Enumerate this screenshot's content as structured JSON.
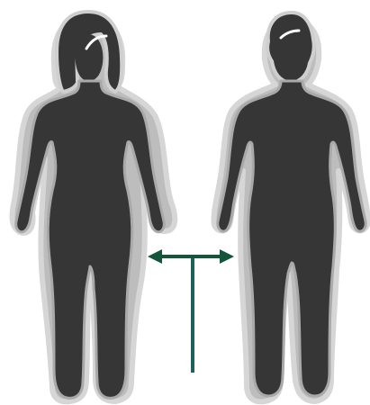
{
  "colors": {
    "background": "#ffffff",
    "silhouette_outline": "#c9c9c9",
    "silhouette_halo": "#a8a8a8",
    "silhouette_fill": "#363636",
    "hair_highlight": "#ffffff",
    "arrow": "#13563b",
    "stem": "#1f5f5d"
  },
  "figures": [
    {
      "name": "female-silhouette",
      "hair": "long"
    },
    {
      "name": "male-silhouette",
      "hair": "short"
    }
  ],
  "icons": {
    "arrow": "double-headed-arrow-icon",
    "stem": "t-stem-line"
  }
}
